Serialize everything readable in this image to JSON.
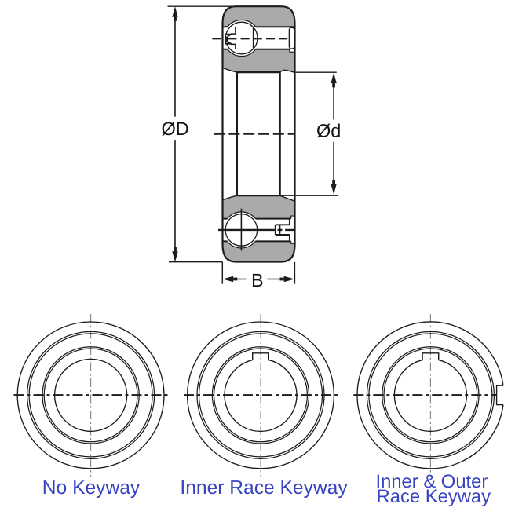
{
  "figure": {
    "type": "technical-diagram",
    "subject": "one-way bearing dimension drawing",
    "colors": {
      "background": "#ffffff",
      "line": "#1c1c1c",
      "fill": "#aaaaaa",
      "white": "#ffffff",
      "centerline_gray": "#8a8a8a",
      "caption": "#3843c2",
      "dim_text": "#141414"
    },
    "cross_section": {
      "outer_diameter_label": "ØD",
      "bore_diameter_label": "Ød",
      "width_label": "B"
    },
    "front_views": [
      {
        "caption": "No Keyway"
      },
      {
        "caption": "Inner Race Keyway"
      },
      {
        "caption_line1": "Inner & Outer",
        "caption_line2": "Race Keyway"
      }
    ]
  }
}
